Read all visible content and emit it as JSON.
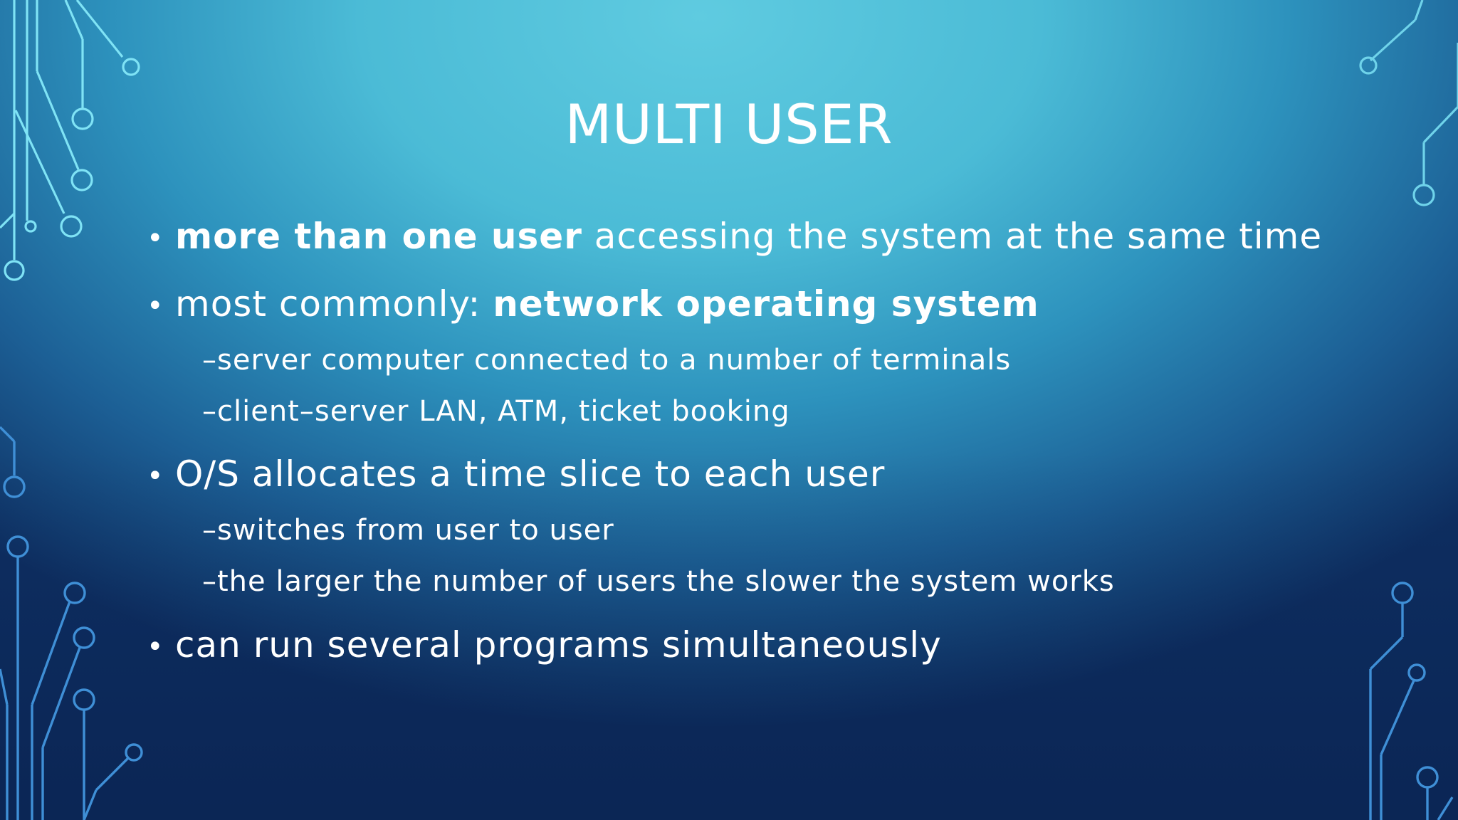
{
  "slide": {
    "title": "MULTI USER",
    "bullet_symbol": "•",
    "bullets": [
      {
        "bold": "more than one user",
        "rest": " accessing the system at the same time"
      },
      {
        "prefix": "most commonly: ",
        "bold": "network operating system",
        "subs": [
          "–server computer connected to a number of terminals",
          "–client–server LAN, ATM, ticket booking"
        ]
      },
      {
        "text": "O/S allocates a time slice to each user",
        "subs": [
          "–switches from user to user",
          "–the larger the number of users the slower the system works"
        ]
      },
      {
        "text": "can run several programs simultaneously"
      }
    ]
  },
  "colors": {
    "text": "#ffffff",
    "circuit_light": "#7fe3f5",
    "circuit_dark": "#3f8fd6"
  }
}
